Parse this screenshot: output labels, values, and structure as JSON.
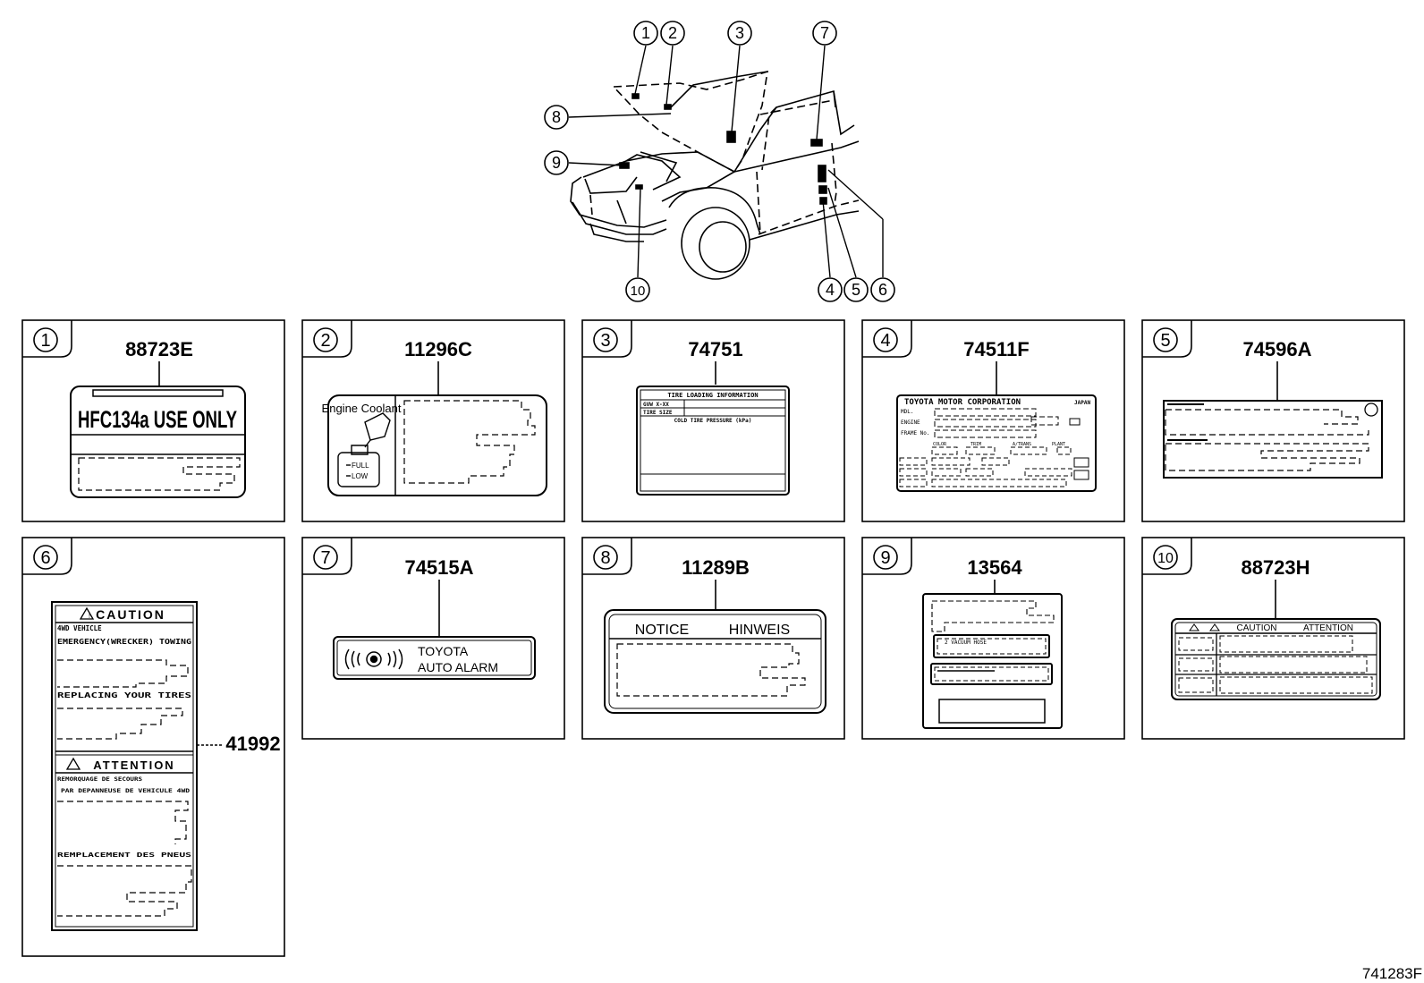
{
  "overview": {
    "callouts": [
      "1",
      "2",
      "3",
      "7",
      "8",
      "9",
      "10",
      "4",
      "5",
      "6"
    ]
  },
  "panels": [
    {
      "num": "1",
      "part": "88723E",
      "text": "HFC134a USE ONLY"
    },
    {
      "num": "2",
      "part": "11296C",
      "title": "Engine Coolant",
      "full": "FULL",
      "low": "LOW"
    },
    {
      "num": "3",
      "part": "74751",
      "line1": "TIRE LOADING INFORMATION",
      "line2": "GVW X-XX",
      "line3": "TIRE SIZE",
      "line4": "COLD TIRE PRESSURE (kPa)"
    },
    {
      "num": "4",
      "part": "74511F",
      "title": "TOYOTA MOTOR CORPORATION",
      "tag": "JAPAN",
      "r1": "MDL.",
      "r2": "ENGINE",
      "r3": "FRAME No.",
      "c1": "COLOR",
      "c2": "TRIM",
      "c3": "A/TRANS",
      "c4": "PLANT"
    },
    {
      "num": "5",
      "part": "74596A"
    },
    {
      "num": "6",
      "part": "41992",
      "caution": "CAUTION",
      "c1": "4WD VEHICLE",
      "c2": "EMERGENCY(WRECKER) TOWING",
      "c3": "REPLACING YOUR TIRES",
      "attention": "ATTENTION",
      "a1": "REMORQUAGE DE SECOURS",
      "a2": "PAR DEPANNEUSE DE VEHICULE 4WD",
      "a3": "REMPLACEMENT DES PNEUS"
    },
    {
      "num": "7",
      "part": "74515A",
      "line1": "TOYOTA",
      "line2": "AUTO ALARM"
    },
    {
      "num": "8",
      "part": "11289B",
      "left": "NOTICE",
      "right": "HINWEIS"
    },
    {
      "num": "9",
      "part": "13564",
      "box": "2 VACUUM HOSE"
    },
    {
      "num": "10",
      "part": "88723H",
      "caution": "CAUTION",
      "attention": "ATTENTION"
    }
  ],
  "figure_code": "741283F"
}
